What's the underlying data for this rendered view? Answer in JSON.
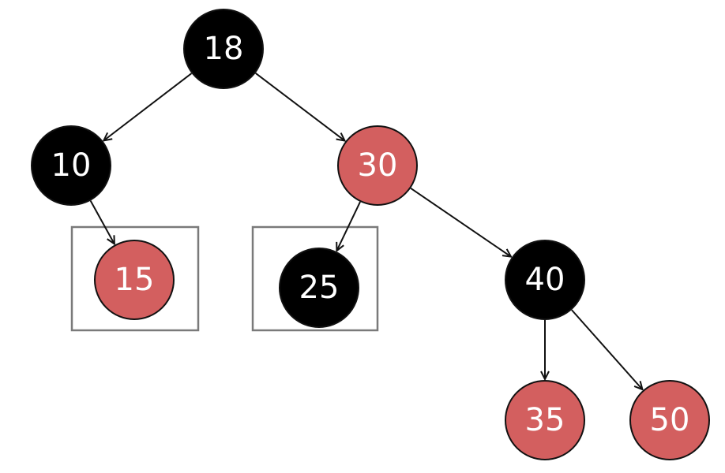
{
  "tree": {
    "colors": {
      "black": "#000000",
      "red": "#d35f5f",
      "text": "#ffffff",
      "edge": "#111111",
      "box": "#7a7a7a"
    },
    "nodes": [
      {
        "id": "n18",
        "label": "18",
        "color": "black"
      },
      {
        "id": "n10",
        "label": "10",
        "color": "black"
      },
      {
        "id": "n30",
        "label": "30",
        "color": "red"
      },
      {
        "id": "n15",
        "label": "15",
        "color": "red"
      },
      {
        "id": "n25",
        "label": "25",
        "color": "black"
      },
      {
        "id": "n40",
        "label": "40",
        "color": "black"
      },
      {
        "id": "n35",
        "label": "35",
        "color": "red"
      },
      {
        "id": "n50",
        "label": "50",
        "color": "red"
      }
    ],
    "edges": [
      {
        "from": "n18",
        "to": "n10"
      },
      {
        "from": "n18",
        "to": "n30"
      },
      {
        "from": "n10",
        "to": "n15"
      },
      {
        "from": "n30",
        "to": "n25"
      },
      {
        "from": "n30",
        "to": "n40"
      },
      {
        "from": "n40",
        "to": "n35"
      },
      {
        "from": "n40",
        "to": "n50"
      }
    ],
    "highlighted": [
      "n15",
      "n25"
    ]
  }
}
